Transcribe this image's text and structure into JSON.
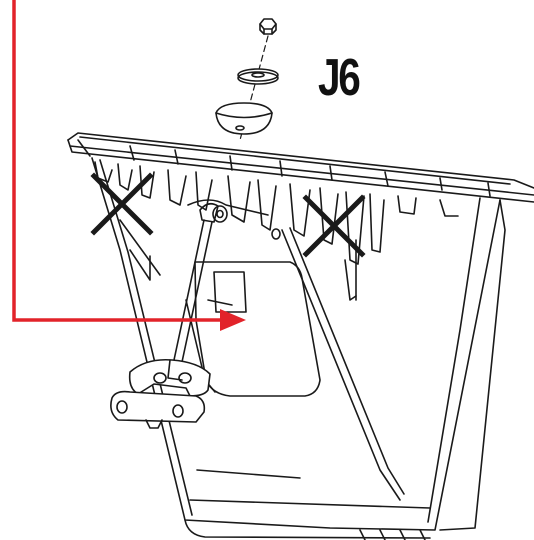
{
  "step_label": "J6",
  "colors": {
    "line": "#1a1a1a",
    "arrow": "#e2232a",
    "x_mark": "#1a1a1a",
    "background": "#ffffff"
  },
  "marks": {
    "arrow": "red-arrow-pointer",
    "crosses": [
      "x-mark-left",
      "x-mark-right"
    ]
  }
}
